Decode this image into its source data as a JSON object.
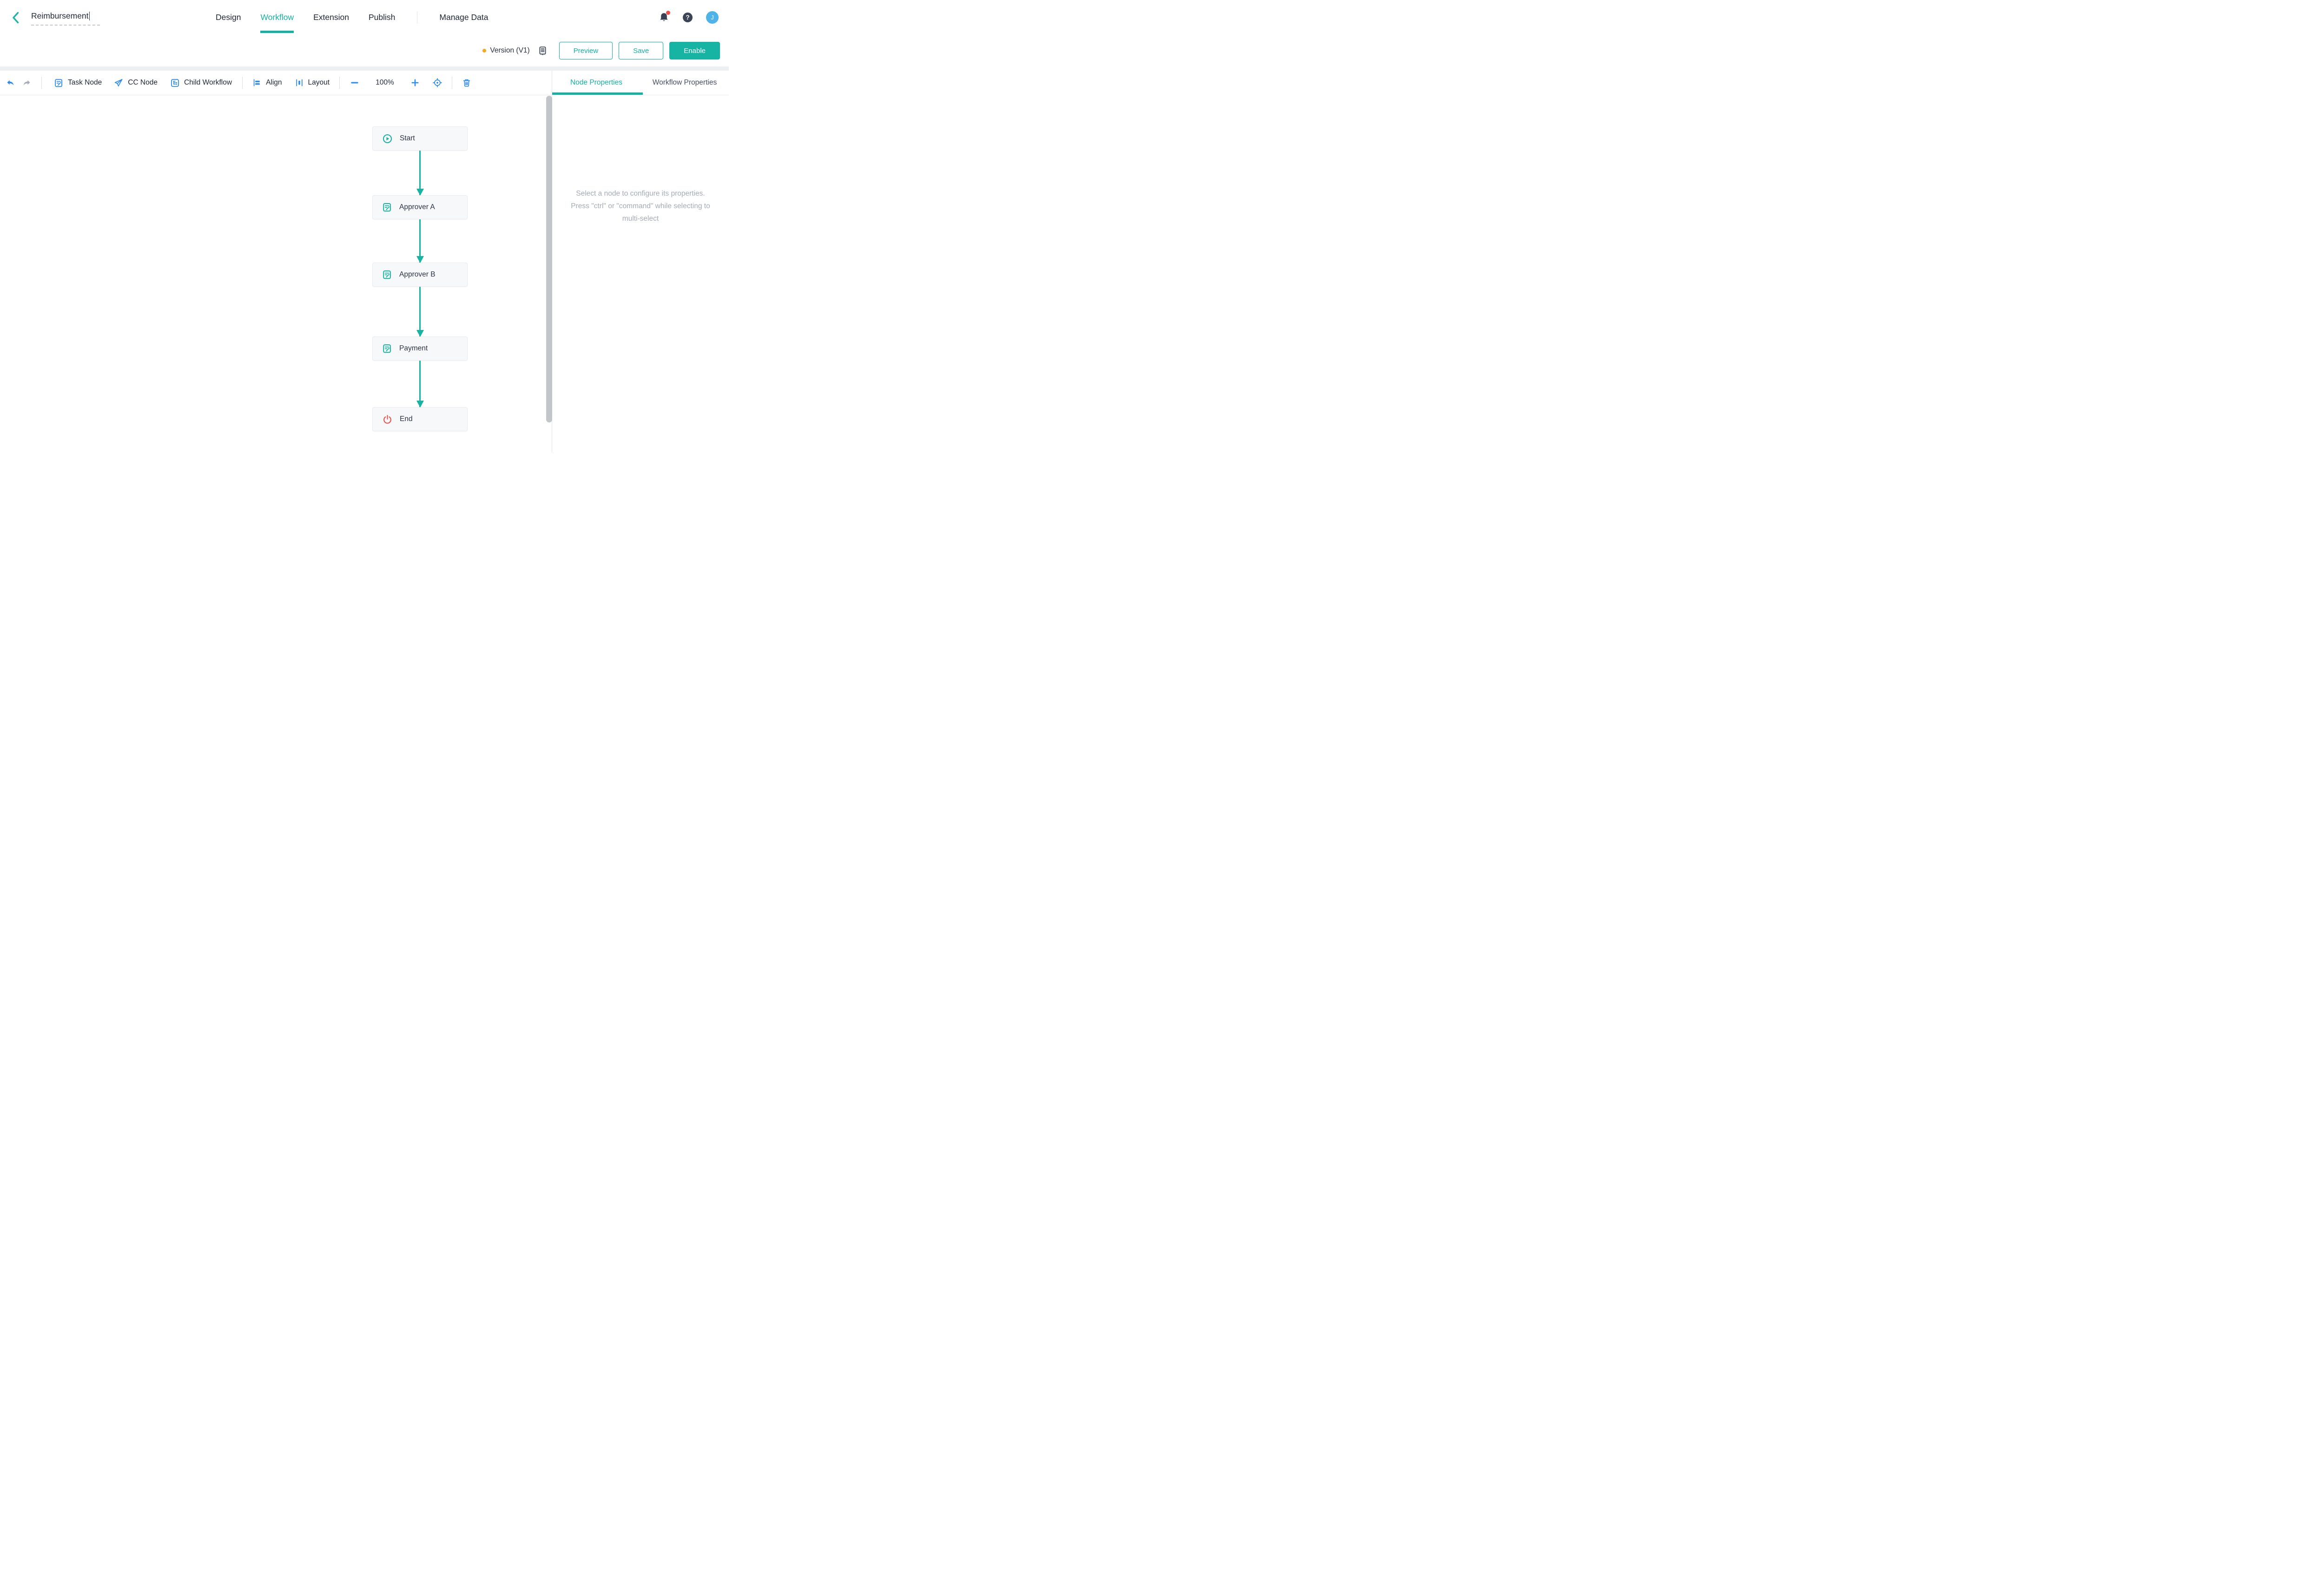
{
  "header": {
    "title": "Reimbursement",
    "nav": {
      "design": "Design",
      "workflow": "Workflow",
      "extension": "Extension",
      "publish": "Publish",
      "manage_data": "Manage Data",
      "active_tab": "Workflow"
    },
    "help_glyph": "?",
    "avatar_initial": "J",
    "notifications_unread": true
  },
  "actionbar": {
    "version_label": "Version (V1)",
    "preview": "Preview",
    "save": "Save",
    "enable": "Enable"
  },
  "toolbar": {
    "task_node": "Task Node",
    "cc_node": "CC Node",
    "child_workflow": "Child Workflow",
    "align": "Align",
    "layout": "Layout",
    "zoom_level": "100%"
  },
  "canvas": {
    "nodes": [
      {
        "id": "start",
        "label": "Start",
        "icon": "play-circle-icon"
      },
      {
        "id": "approver-a",
        "label": "Approver A",
        "icon": "task-icon"
      },
      {
        "id": "approver-b",
        "label": "Approver B",
        "icon": "task-icon"
      },
      {
        "id": "payment",
        "label": "Payment",
        "icon": "task-icon"
      },
      {
        "id": "end",
        "label": "End",
        "icon": "power-icon"
      }
    ],
    "edges": [
      {
        "from": "start",
        "to": "approver-a"
      },
      {
        "from": "approver-a",
        "to": "approver-b"
      },
      {
        "from": "approver-b",
        "to": "payment"
      },
      {
        "from": "payment",
        "to": "end"
      }
    ]
  },
  "panel": {
    "tab_node": "Node Properties",
    "tab_workflow": "Workflow Properties",
    "active_tab": "Node Properties",
    "hint_lines": [
      "Select a node to configure its properties.",
      "Press \"ctrl\" or \"command\" while selecting to",
      "multi-select"
    ]
  },
  "icons": {
    "back": "chevron-left",
    "bell": "notification-bell with red unread dot",
    "help": "question-mark circle",
    "version_notes": "release-notes list",
    "undo": "undo-arrow (enabled, blue)",
    "redo": "redo-arrow (disabled, gray)",
    "task_node": "clipboard-with-pen",
    "cc_node": "paper-plane",
    "child_workflow": "subflow-tree in square",
    "align": "align-left bars",
    "layout": "vertical-columns",
    "zoom_out": "minus",
    "zoom_in": "plus",
    "locate": "crosshair-aim",
    "delete": "trash-can",
    "start_node": "play in circle",
    "task_node_canvas": "clipboard-with-pen teal",
    "end_node": "power symbol red"
  },
  "colors": {
    "accent_teal": "#12b3a3",
    "icon_blue": "#2e8cf0",
    "disabled_gray": "#a7adb6",
    "badge_red": "#f0504a",
    "end_red": "#e8544c",
    "version_orange": "#f6a723",
    "avatar_blue": "#4db3e8",
    "dark_icon": "#3a4154",
    "node_bg": "#f7f8fa",
    "hint_gray": "#a5abb5"
  }
}
